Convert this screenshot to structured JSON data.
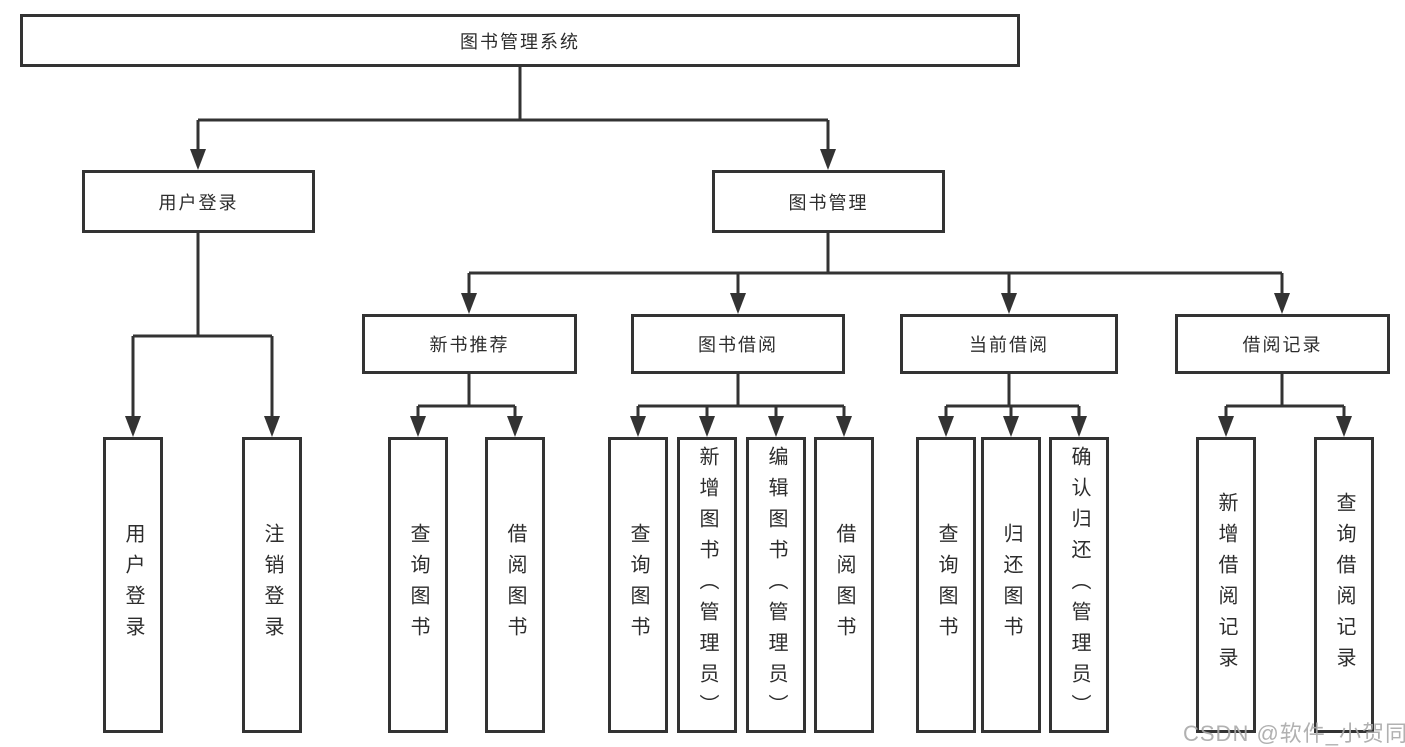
{
  "tree": {
    "label": "图书管理系统",
    "children": [
      {
        "label": "用户登录",
        "children": [
          {
            "label": "用户登录"
          },
          {
            "label": "注销登录"
          }
        ]
      },
      {
        "label": "图书管理",
        "children": [
          {
            "label": "新书推荐",
            "children": [
              {
                "label": "查询图书"
              },
              {
                "label": "借阅图书"
              }
            ]
          },
          {
            "label": "图书借阅",
            "children": [
              {
                "label": "查询图书"
              },
              {
                "label": "新增图书（管理员）"
              },
              {
                "label": "编辑图书（管理员）"
              },
              {
                "label": "借阅图书"
              }
            ]
          },
          {
            "label": "当前借阅",
            "children": [
              {
                "label": "查询图书"
              },
              {
                "label": "归还图书"
              },
              {
                "label": "确认归还（管理员）"
              }
            ]
          },
          {
            "label": "借阅记录",
            "children": [
              {
                "label": "新增借阅记录"
              },
              {
                "label": "查询借阅记录"
              }
            ]
          }
        ]
      }
    ]
  },
  "watermark": "CSDN @软件_小贺同学",
  "colors": {
    "line": "#333333",
    "box_border": "#333333",
    "box_fill": "#ffffff",
    "text": "#2d2d2d",
    "watermark": "#a8a8a8",
    "background": "#ffffff"
  }
}
